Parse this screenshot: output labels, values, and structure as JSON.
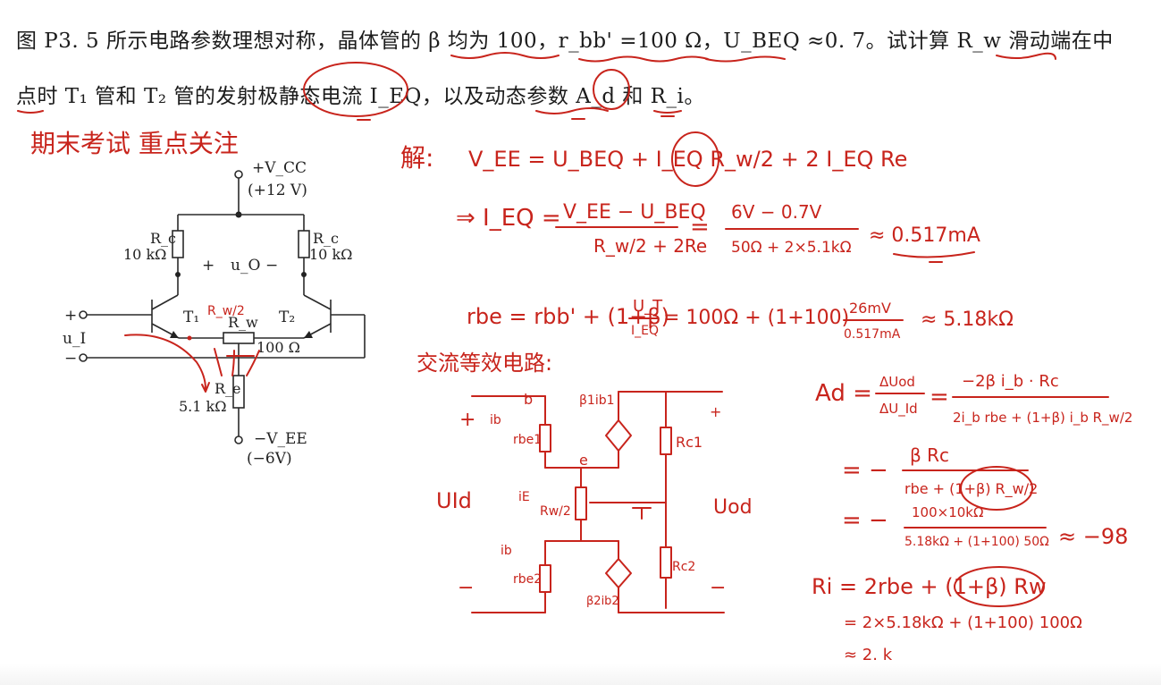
{
  "problem": {
    "line1": "图 P3. 5 所示电路参数理想对称，晶体管的 β 均为 100，r_bb' =100 Ω，U_BEQ ≈0. 7。试计算 R_w 滑动端在中",
    "line2": "点时 T₁ 管和 T₂ 管的发射极静态电流 I_EQ，以及动态参数 A_d 和 R_i。"
  },
  "note": "期末考试 重点关注",
  "circuit": {
    "vcc": "+V_CC",
    "vcc_value": "(+12 V)",
    "rc_label": "R_c",
    "rc_value": "10 kΩ",
    "t1": "T₁",
    "t2": "T₂",
    "uo": "u_O",
    "ui": "u_I",
    "rw": "R_w",
    "rw_half": "R_w/2",
    "rw_value": "100 Ω",
    "re_label": "R_e",
    "re_value": "5.1 kΩ",
    "vee": "−V_EE",
    "vee_value": "(−6V)",
    "plus": "+",
    "minus": "−"
  },
  "solution": {
    "jie": "解:",
    "eq1": "V_EE = U_BEQ + I_EQ R_w/2 + 2 I_EQ Re",
    "eq2_lhs": "⇒ I_EQ =",
    "eq2_num": "V_EE − U_BEQ",
    "eq2_den": "R_w/2 + 2Re",
    "eq2_num2": "6V − 0.7V",
    "eq2_den2": "50Ω + 2×5.1kΩ",
    "eq2_result": "≈ 0.517mA",
    "eq3_lhs": "rbe = rbb' + (1+β)",
    "eq3_frac_num": "U_T",
    "eq3_frac_den": "I_EQ",
    "eq3_mid": "= 100Ω + (1+100)",
    "eq3_num": "26mV",
    "eq3_den": "0.517mA",
    "eq3_result": "≈ 5.18kΩ",
    "ac_title": "交流等效电路:",
    "ad_lhs": "Ad =",
    "ad_f1_num": "ΔUod",
    "ad_f1_den": "ΔU_Id",
    "ad_f2_num": "−2β i_b · Rc",
    "ad_f2_den": "2i_b rbe + (1+β) i_b R_w/2",
    "ad_f3_num": "β Rc",
    "ad_f3_den": "rbe + (1+β) R_w/2",
    "ad_f4_num": "100×10kΩ",
    "ad_f4_den": "5.18kΩ + (1+100) 50Ω",
    "ad_result": "≈ −98",
    "ri_line1": "Ri = 2rbe + (1+β) Rw",
    "ri_line2": "= 2×5.18kΩ + (1+100) 100Ω",
    "ri_line3": "≈ 2. k",
    "eq_sign": "=",
    "neg_sign": "= −"
  },
  "ac_circuit": {
    "b": "b",
    "e": "e",
    "plus": "+",
    "minus": "−",
    "ib": "ib",
    "ib2": "ib",
    "rbe1": "rbe1",
    "rbe2": "rbe2",
    "beta_ib1": "β1ib1",
    "beta_ib2": "β2ib2",
    "rc1": "Rc1",
    "rc2": "Rc2",
    "ie": "iE",
    "rw_half": "Rw/2",
    "uid": "UId",
    "uod": "Uod"
  }
}
